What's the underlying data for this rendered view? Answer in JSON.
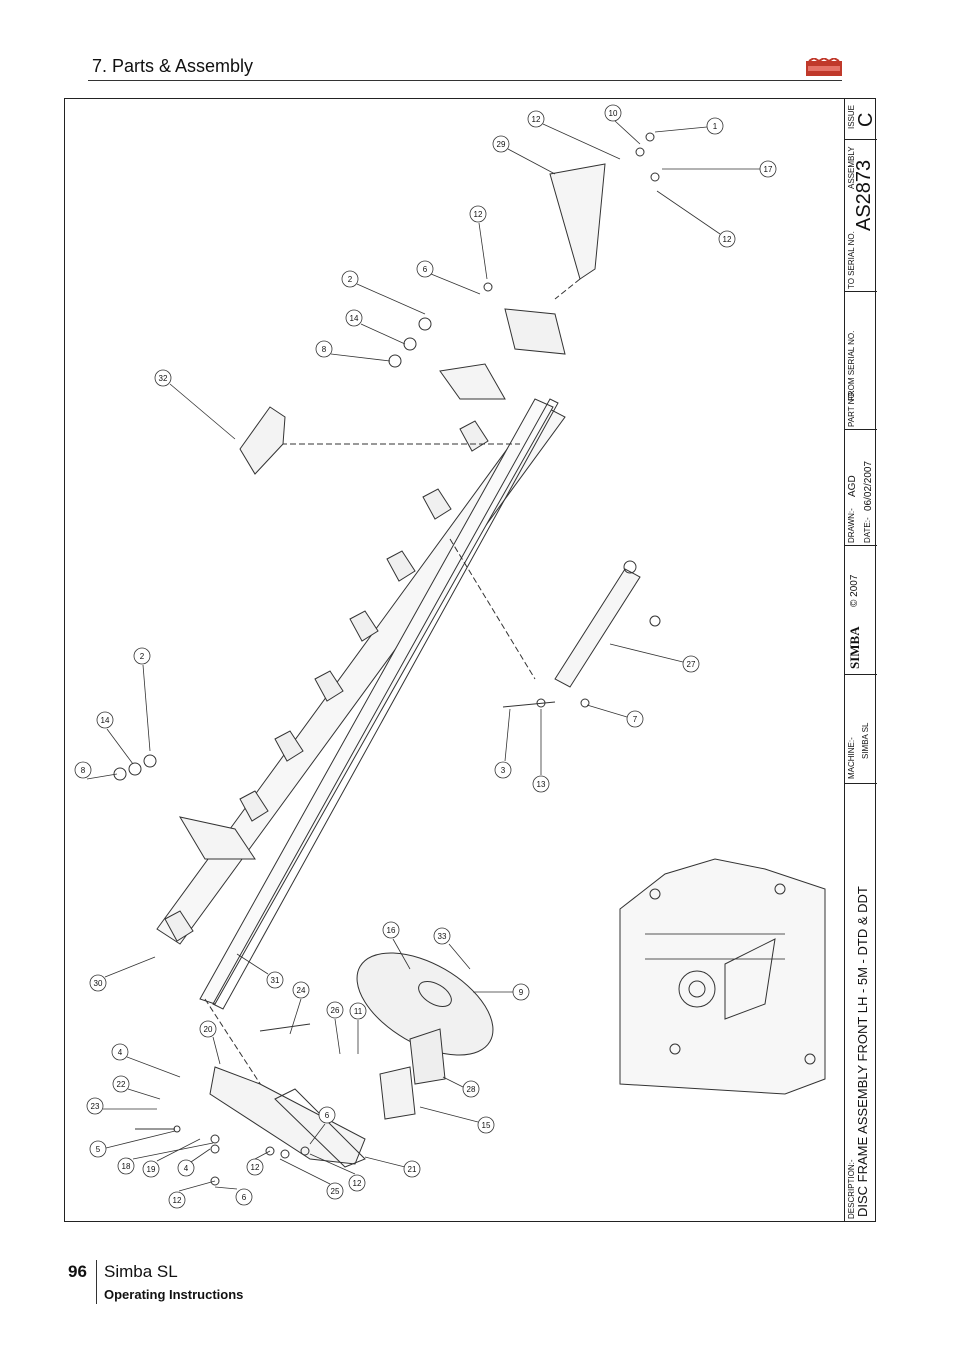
{
  "header": {
    "section_title": "7. Parts & Assembly"
  },
  "logo": {
    "name": "simba-logo",
    "text": "SIMBA",
    "color": "#c0392b"
  },
  "title_block": {
    "description_label": "DESCRIPTION:-",
    "description": "DISC FRAME ASSEMBLY FRONT LH - 5M - DTD & DDT",
    "machine_label": "MACHINE:-",
    "machine": "SIMBA SL",
    "brand": "SIMBA",
    "copyright": "© 2007",
    "drawn_label": "DRAWN:-",
    "drawn": "AGD",
    "date_label": "DATE:-",
    "date": "06/02/2007",
    "part_no_label": "PART NO.",
    "from_serial_label": "FROM SERIAL NO.",
    "to_serial_label": "TO SERIAL NO.",
    "assembly_label": "ASSEMBLY",
    "assembly": "AS2873",
    "issue_label": "ISSUE",
    "issue": "C"
  },
  "callouts": [
    "1",
    "2",
    "3",
    "4",
    "5",
    "6",
    "7",
    "8",
    "9",
    "10",
    "11",
    "12",
    "13",
    "14",
    "15",
    "16",
    "17",
    "18",
    "19",
    "20",
    "21",
    "22",
    "23",
    "24",
    "25",
    "26",
    "27",
    "28",
    "29",
    "30",
    "31",
    "32",
    "33"
  ],
  "callout_labels": {
    "c1": "1",
    "c10": "10",
    "c12a": "12",
    "c29": "29",
    "c17": "17",
    "c12b": "12",
    "c12c": "12",
    "c6a": "6",
    "c2a": "2",
    "c14a": "14",
    "c8a": "8",
    "c32": "32",
    "c2b": "2",
    "c14b": "14",
    "c8b": "8",
    "c27": "27",
    "c7": "7",
    "c3": "3",
    "c13": "13",
    "c30": "30",
    "c31": "31",
    "c16": "16",
    "c33": "33",
    "c9": "9",
    "c24": "24",
    "c26": "26",
    "c11": "11",
    "c20": "20",
    "c4a": "4",
    "c22": "22",
    "c23": "23",
    "c5": "5",
    "c18": "18",
    "c19": "19",
    "c4b": "4",
    "c12d": "12",
    "c12e": "12",
    "c6b": "6",
    "c6c": "6",
    "c12f": "12",
    "c25": "25",
    "c21": "21",
    "c28": "28",
    "c15": "15"
  },
  "footer": {
    "page_number": "96",
    "product": "Simba SL",
    "document": "Operating Instructions"
  }
}
